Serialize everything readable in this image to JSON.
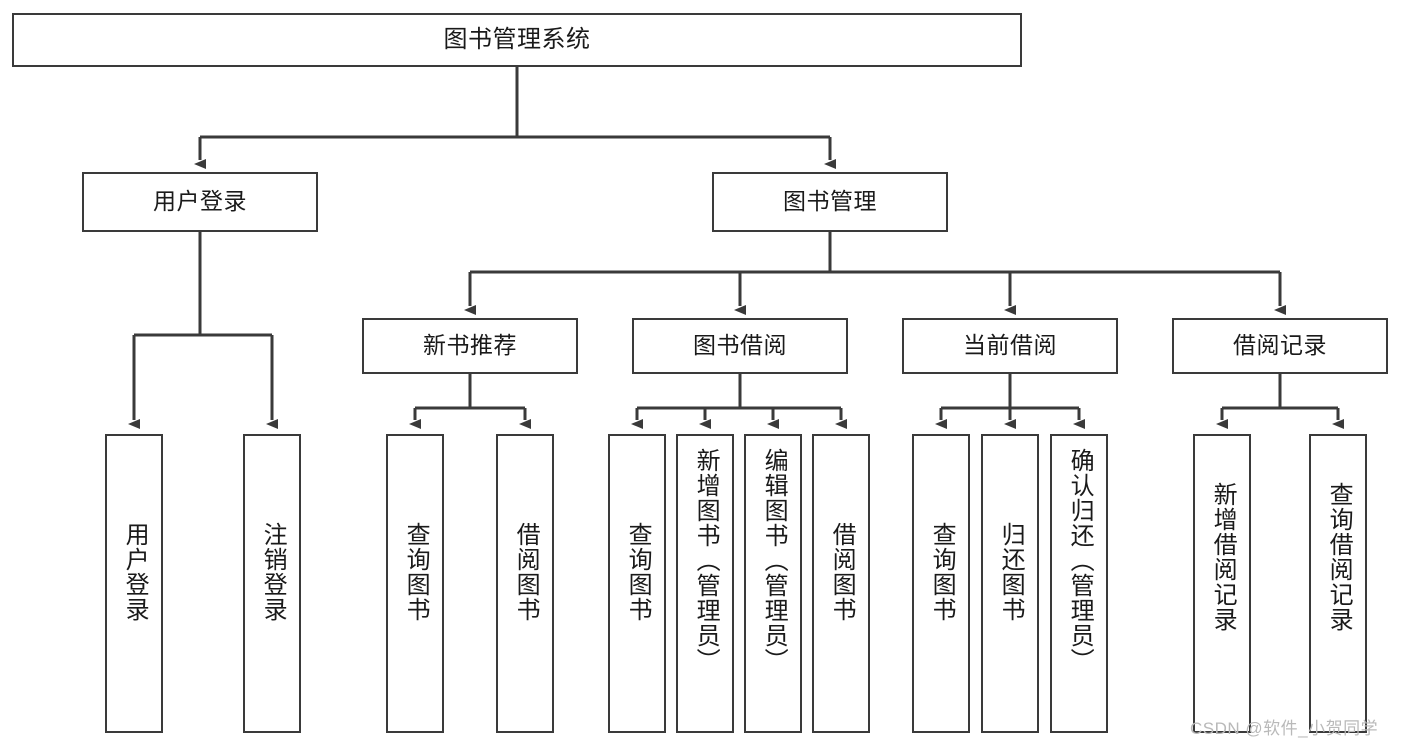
{
  "diagram": {
    "title": "图书管理系统",
    "type": "tree-hierarchy-diagram",
    "colors": {
      "box_border": "#3a3a3a",
      "box_fill": "#ffffff",
      "line": "#3a3a3a",
      "text": "#1a1a1a",
      "watermark": "#b9b9b9",
      "background": "#ffffff"
    },
    "root": {
      "label": "图书管理系统"
    },
    "level2": [
      {
        "label": "用户登录"
      },
      {
        "label": "图书管理"
      }
    ],
    "level3": [
      {
        "label": "新书推荐"
      },
      {
        "label": "图书借阅"
      },
      {
        "label": "当前借阅"
      },
      {
        "label": "借阅记录"
      }
    ],
    "leaves": {
      "user_login": [
        {
          "label": "用户登录"
        },
        {
          "label": "注销登录"
        }
      ],
      "new_book_recommend": [
        {
          "label": "查询图书"
        },
        {
          "label": "借阅图书"
        }
      ],
      "book_borrow": [
        {
          "label": "查询图书"
        },
        {
          "label": "新增图书（管理员）"
        },
        {
          "label": "编辑图书（管理员）"
        },
        {
          "label": "借阅图书"
        }
      ],
      "current_borrow": [
        {
          "label": "查询图书"
        },
        {
          "label": "归还图书"
        },
        {
          "label": "确认归还（管理员）"
        }
      ],
      "borrow_record": [
        {
          "label": "新增借阅记录"
        },
        {
          "label": "查询借阅记录"
        }
      ]
    },
    "watermark": "CSDN @软件_小贺同学"
  }
}
